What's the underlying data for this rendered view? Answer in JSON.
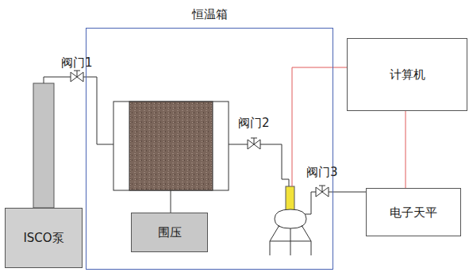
{
  "diagram": {
    "nodes": [
      {
        "text": [
          "恒温箱"
        ]
      },
      {
        "text": [
          "计算机"
        ]
      },
      {
        "text": [
          "围压"
        ],
        "in": 0
      },
      {
        "text": [
          "ISCO泵"
        ]
      },
      {
        "text": [
          "电子天平"
        ]
      }
    ],
    "edges": [
      {
        "from": 1,
        "to": 4,
        "arrow": "none"
      }
    ],
    "labels": [
      "阀门1",
      "阀门2",
      "阀门3"
    ]
  }
}
